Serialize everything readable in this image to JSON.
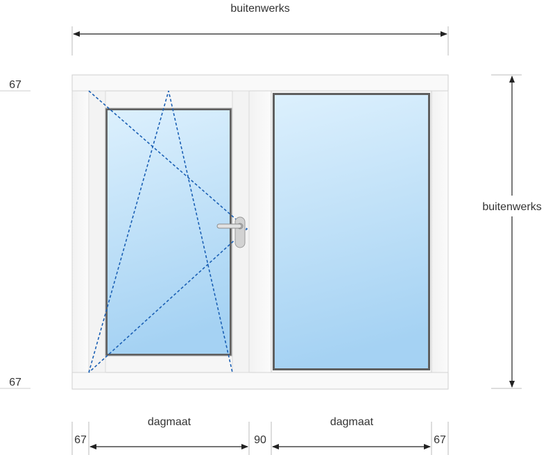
{
  "dimensions": {
    "overall_width_label": "buitenwerks",
    "overall_height_label": "buitenwerks",
    "frame_top_label": "67",
    "frame_bottom_label": "67",
    "left_opening_label": "dagmaat",
    "right_opening_label": "dagmaat",
    "left_frame_label": "67",
    "mullion_label": "90",
    "right_frame_label": "67"
  },
  "colors": {
    "frame_fill": "#f7f7f7",
    "frame_stroke": "#c8c8c8",
    "glass_top": "#d9eefc",
    "glass_bottom": "#a7d3f4",
    "glass_border": "#6d6d6d",
    "opening_lines": "#1a5fb4",
    "dimension_lines": "#222222",
    "handle": "#cfcfcf"
  }
}
